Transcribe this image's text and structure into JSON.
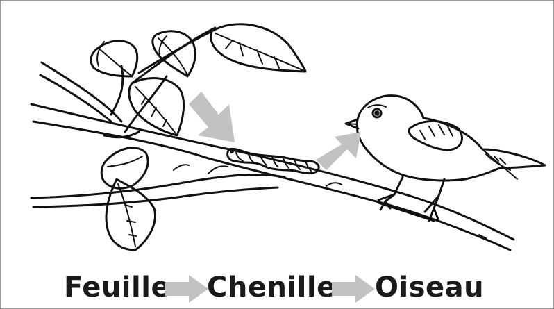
{
  "chain": {
    "step1": "Feuille",
    "step2": "Chenille",
    "step3": "Oiseau"
  },
  "colors": {
    "line": "#111111",
    "arrow": "#c2c2c2",
    "background": "#ffffff",
    "border": "#9a9a9a"
  },
  "icons": {
    "flow_arrow": "arrow-right-icon",
    "pointer_arrow": "arrow-diagonal-icon"
  }
}
